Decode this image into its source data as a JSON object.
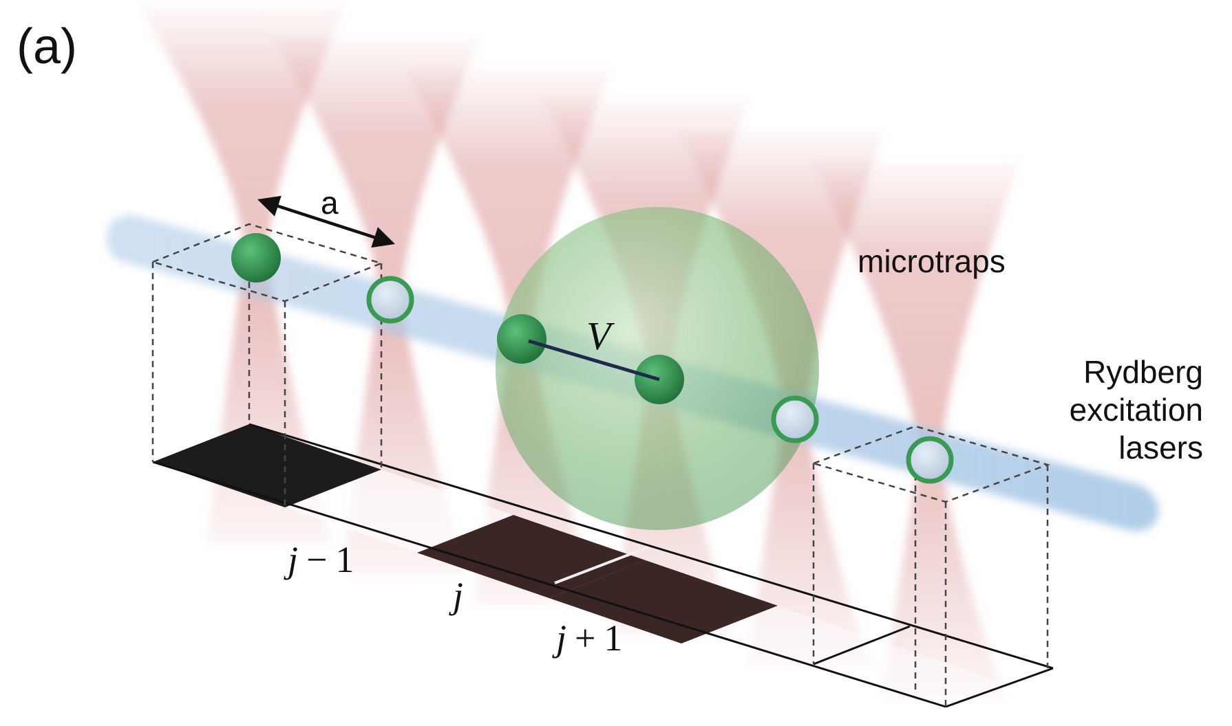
{
  "panel_label": "(a)",
  "labels": {
    "spacing": "a",
    "interaction": "V",
    "microtraps": "microtraps",
    "lasers_line1": "Rydberg",
    "lasers_line2": "excitation",
    "lasers_line3": "lasers"
  },
  "site_labels": [
    {
      "var": "j",
      "op": "−",
      "num": "1"
    },
    {
      "var": "j",
      "op": "",
      "num": ""
    },
    {
      "var": "j",
      "op": "+",
      "num": "1"
    }
  ],
  "colors": {
    "trap_beam": "#d98c8c",
    "laser_beam": "#a9c8e6",
    "atom_rydberg": "#2e8b47",
    "atom_ground_fill": "#c7d8e8",
    "atom_ground_ring": "#3a9a52",
    "blockade_sphere": "#6fb06f",
    "cell_dark": "#1c1c1c",
    "interaction_line": "#1f2a4a"
  },
  "icons": {
    "atom_rydberg": "filled-green-sphere",
    "atom_ground": "hollow-green-ring",
    "blockade": "translucent-green-sphere",
    "spacing_arrow": "double-headed-arrow"
  }
}
